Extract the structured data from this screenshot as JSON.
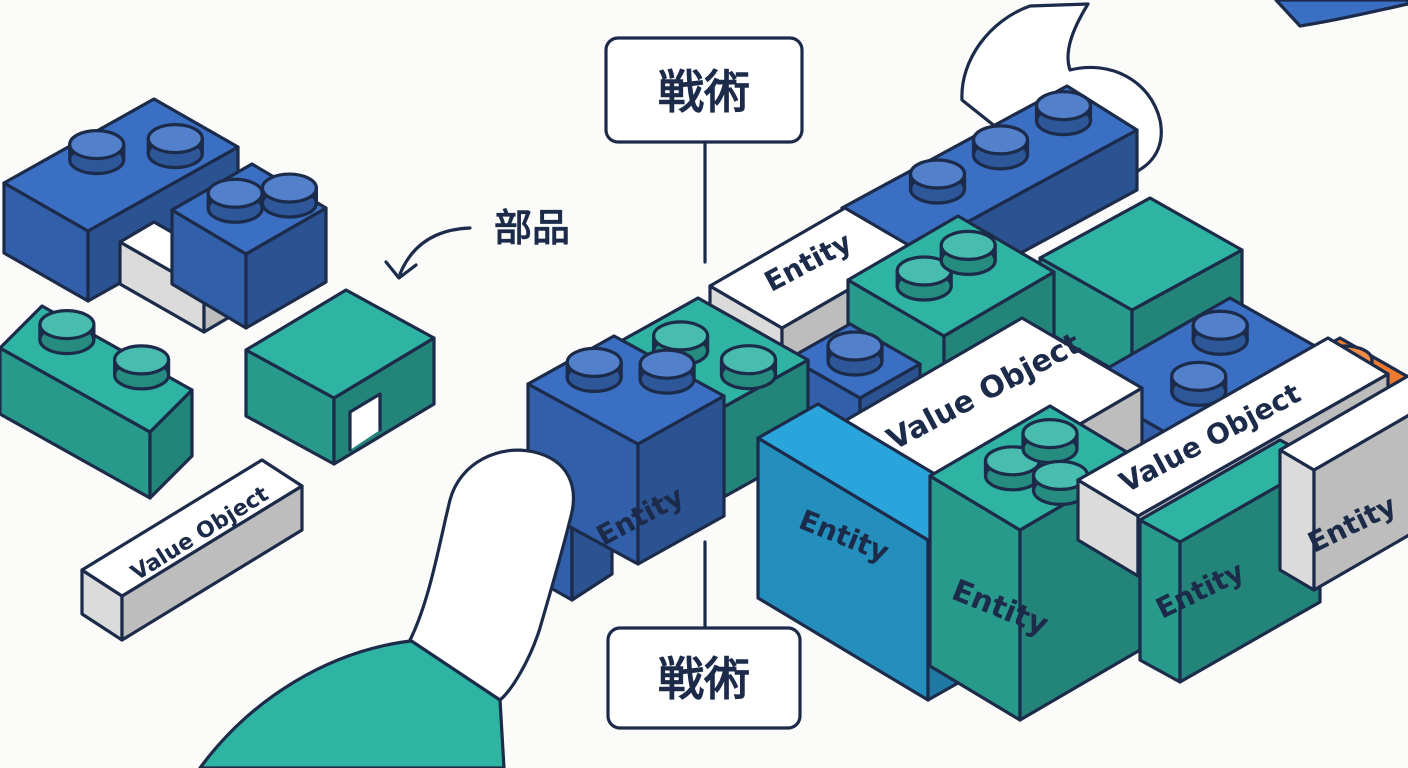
{
  "callouts": {
    "top": "戦術",
    "bottom": "戦術",
    "parts": "部品"
  },
  "labels": {
    "entity": "Entity",
    "value_object": "Value Object"
  },
  "colors": {
    "blue": "#3a6fc4",
    "teal": "#2fb3a3",
    "sky": "#2aa5dc",
    "white": "#ffffff",
    "orange": "#ee7a2e",
    "outline": "#1c2b4a"
  },
  "icons": [
    "hand-icon"
  ]
}
